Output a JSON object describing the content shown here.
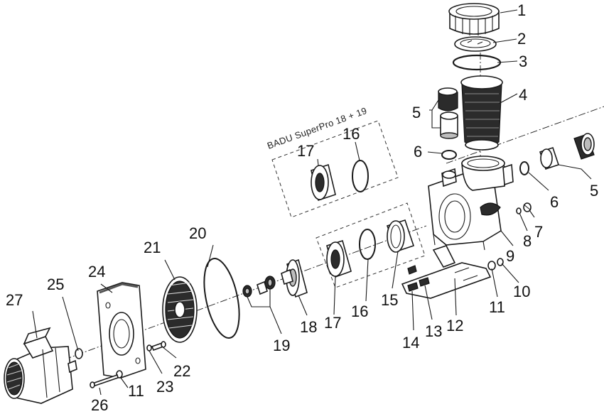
{
  "group_title": "BADU SuperPro 18 + 19",
  "labels": {
    "p1": "1",
    "p2": "2",
    "p3": "3",
    "p4": "4",
    "p5a": "5",
    "p5b": "5",
    "p6a": "6",
    "p6b": "6",
    "p7": "7",
    "p8": "8",
    "p9": "9",
    "p10": "10",
    "p11a": "11",
    "p11b": "11",
    "p12": "12",
    "p13": "13",
    "p14": "14",
    "p15": "15",
    "p16a": "16",
    "p16b": "16",
    "p17a": "17",
    "p17b": "17",
    "p18": "18",
    "p19": "19",
    "p20": "20",
    "p21": "21",
    "p22": "22",
    "p23": "23",
    "p24": "24",
    "p25": "25",
    "p26": "26",
    "p27": "27"
  }
}
